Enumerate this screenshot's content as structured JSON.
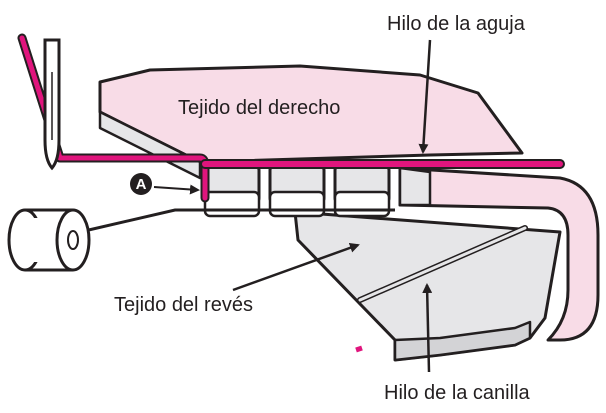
{
  "diagram": {
    "labels": {
      "needle_thread": "Hilo de la aguja",
      "fabric_right_side": "Tejido del derecho",
      "fabric_wrong_side": "Tejido del revés",
      "bobbin_thread": "Hilo de la canilla",
      "marker": "A"
    },
    "colors": {
      "needle_thread": "#e0157d",
      "fabric_top": "#f8dce7",
      "fabric_under": "#e6e6e8",
      "outline": "#231f20"
    },
    "icons": [
      "needle-icon",
      "bobbin-icon"
    ]
  }
}
